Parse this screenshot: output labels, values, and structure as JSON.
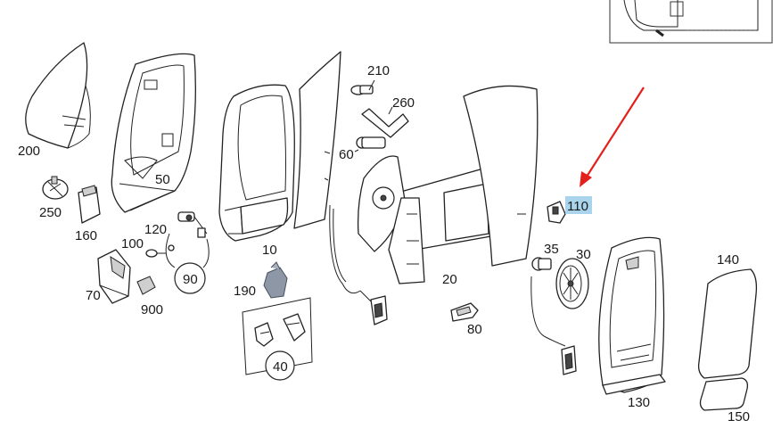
{
  "diagram": {
    "labels": [
      {
        "id": "200",
        "text": "200"
      },
      {
        "id": "50",
        "text": "50"
      },
      {
        "id": "250",
        "text": "250"
      },
      {
        "id": "160",
        "text": "160"
      },
      {
        "id": "120",
        "text": "120"
      },
      {
        "id": "100",
        "text": "100"
      },
      {
        "id": "70",
        "text": "70"
      },
      {
        "id": "900",
        "text": "900"
      },
      {
        "id": "90",
        "text": "90"
      },
      {
        "id": "10",
        "text": "10"
      },
      {
        "id": "190",
        "text": "190"
      },
      {
        "id": "40",
        "text": "40"
      },
      {
        "id": "210",
        "text": "210"
      },
      {
        "id": "260",
        "text": "260"
      },
      {
        "id": "60",
        "text": "60"
      },
      {
        "id": "20",
        "text": "20"
      },
      {
        "id": "80",
        "text": "80"
      },
      {
        "id": "110",
        "text": "110"
      },
      {
        "id": "35",
        "text": "35"
      },
      {
        "id": "30",
        "text": "30"
      },
      {
        "id": "130",
        "text": "130"
      },
      {
        "id": "140",
        "text": "140"
      },
      {
        "id": "150",
        "text": "150"
      }
    ],
    "highlighted_label": "110",
    "highlight_color": "#a9d4ec",
    "arrow_color": "#e3201b"
  }
}
